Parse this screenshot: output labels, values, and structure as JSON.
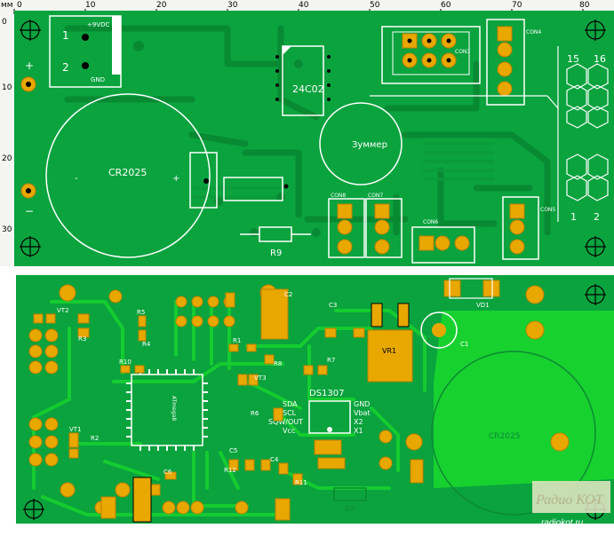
{
  "ruler": {
    "unit": "мм",
    "h_ticks": [
      "0",
      "10",
      "20",
      "30",
      "40",
      "50",
      "60",
      "70",
      "80"
    ],
    "v_ticks": [
      "0",
      "10",
      "20",
      "30"
    ]
  },
  "top_board": {
    "labels": {
      "vdc": "+9VDC",
      "gnd": "GND",
      "pin1": "1",
      "pin2": "2",
      "plus": "+",
      "minus": "−",
      "battery": "CR2025",
      "bat_plus": "+",
      "bat_minus": "-",
      "eeprom": "24C02",
      "buzzer": "Зуммер",
      "con3": "CON3",
      "con4": "CON4",
      "con5": "CON5",
      "con6": "CON6",
      "con7": "CON7",
      "con8": "CON8",
      "r9": "R9",
      "h15": "15",
      "h16": "16",
      "h1": "1",
      "h2": "2"
    }
  },
  "bottom_board": {
    "labels": {
      "vt2": "VT2",
      "r3": "R3",
      "r5": "R5",
      "r4": "R4",
      "r10": "R10",
      "vt1": "VT1",
      "r2": "R2",
      "r1": "R1",
      "vt3": "VT3",
      "r8": "R8",
      "r6": "R6",
      "c2": "C2",
      "c3": "C3",
      "r7": "R7",
      "vr1": "VR1",
      "c1": "C1",
      "vd1": "VD1",
      "rtc": "DS1307",
      "gnd": "GND",
      "vbat": "Vbat",
      "x2": "X2",
      "x1": "X1",
      "sda": "SDA",
      "scl": "SCL",
      "sqw": "SQW/OUT",
      "vcc": "Vcc",
      "c5": "C5",
      "r12": "R12",
      "c4": "C4",
      "r11": "R11",
      "c6": "C6",
      "r9": "R9",
      "cpu": "ATmega8",
      "battery": "CR2025"
    }
  },
  "watermark": {
    "title": "Радио КОТ",
    "url": "radiokot.ru"
  }
}
